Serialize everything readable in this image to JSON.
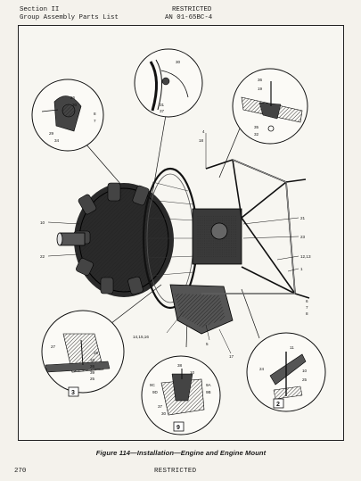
{
  "header": {
    "section": "Section II",
    "list_title": "Group Assembly Parts List",
    "security_marking": "RESTRICTED",
    "manual_number": "AN 01-65BC-4"
  },
  "figure": {
    "caption": "Figure 114—Installation—Engine and Engine Mount",
    "callouts": {
      "top_left": [
        "26",
        "20",
        "8",
        "7",
        "29",
        "34"
      ],
      "top_center": [
        "30",
        "31",
        "37"
      ],
      "top_right": [
        "36",
        "19",
        "35",
        "32"
      ],
      "center": [
        "4",
        "18"
      ],
      "right": [
        "21",
        "23",
        "12,13",
        "1",
        "6",
        "7",
        "8"
      ],
      "left": [
        "10",
        "22"
      ],
      "lower": [
        "14,15,16",
        "5",
        "17"
      ],
      "bottom_left": [
        "27",
        "28",
        "33",
        "26",
        "39",
        "25"
      ],
      "bottom_center": [
        "38",
        "10",
        "9C",
        "9D",
        "9A",
        "9B",
        "37",
        "30"
      ],
      "bottom_right": [
        "11",
        "24",
        "10",
        "25"
      ]
    },
    "detail_boxes": [
      "3",
      "9",
      "2"
    ]
  },
  "footer": {
    "page_number": "270",
    "security_marking": "RESTRICTED"
  }
}
